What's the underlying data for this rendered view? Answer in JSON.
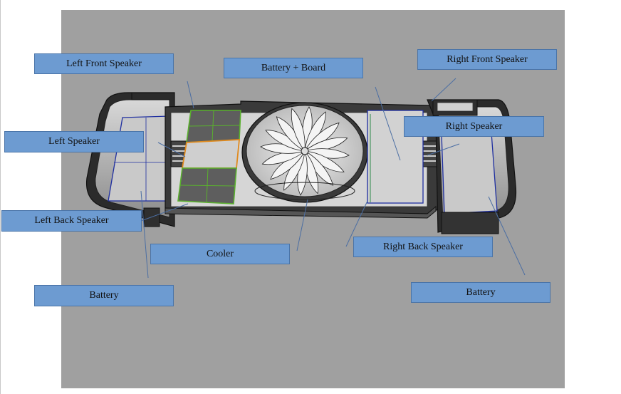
{
  "diagram": {
    "labels": {
      "left_front_speaker": "Left Front Speaker",
      "battery_board": "Battery + Board",
      "right_front_speaker": "Right Front Speaker",
      "left_speaker": "Left Speaker",
      "right_speaker": "Right Speaker",
      "left_back_speaker": "Left Back Speaker",
      "cooler": "Cooler",
      "right_back_speaker": "Right Back Speaker",
      "left_battery": "Battery",
      "right_battery": "Battery"
    },
    "colors": {
      "label_fill": "#6d9bd1",
      "viewport": "#a0a0a0",
      "model_edge": "#1a1a1a",
      "highlight_green": "#5ab02e",
      "highlight_orange": "#e08a1e",
      "highlight_blue": "#1e2ea0"
    }
  }
}
